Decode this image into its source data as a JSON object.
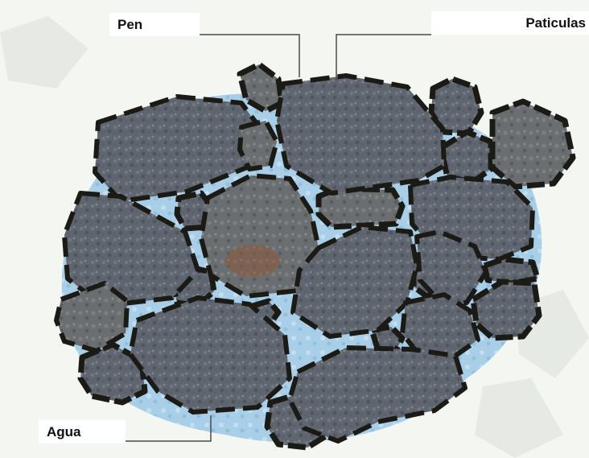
{
  "diagram": {
    "labels": {
      "pen": "Pen",
      "particulas": "Paticulas",
      "agua": "Agua"
    },
    "colors": {
      "background": "#f4f6f2",
      "water": "#a9cfe8",
      "rock": "#5f6670",
      "outline": "#1b1a14",
      "leader": "#4a4a4a"
    }
  }
}
